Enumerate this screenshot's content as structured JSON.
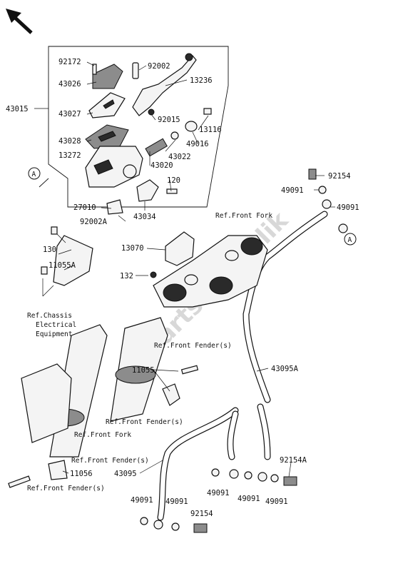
{
  "watermark": "PartsRepublik",
  "labels": {
    "p92172": "92172",
    "p92002": "92002",
    "p13236": "13236",
    "p43026": "43026",
    "p43015": "43015",
    "p43027": "43027",
    "p92015": "92015",
    "p13116": "13116",
    "p49016": "49016",
    "p43028": "43028",
    "p13272": "13272",
    "p43020": "43020",
    "p43022": "43022",
    "p120": "120",
    "p27010": "27010",
    "p92002a": "92002A",
    "p43034": "43034",
    "p92154_top": "92154",
    "p49091_a": "49091",
    "p49091_b": "49091",
    "p130": "130",
    "p11055a": "11055A",
    "p13070": "13070",
    "p132": "132",
    "p43095a": "43095A",
    "p11055": "11055",
    "p11056": "11056",
    "p43095": "43095",
    "p92154a": "92154A",
    "p49091_c": "49091",
    "p49091_d": "49091",
    "p49091_e": "49091",
    "p49091_f": "49091",
    "p49091_g": "49091",
    "p92154_bot": "92154"
  },
  "refs": {
    "front_fork_top": "Ref.Front Fork",
    "chassis_line1": "Ref.Chassis",
    "chassis_line2": "Electrical",
    "chassis_line3": "Equipment",
    "front_fender_1": "Ref.Front Fender(s)",
    "front_fender_2": "Ref.Front Fender(s)",
    "front_fork_bottom": "Ref.Front Fork",
    "front_fender_3": "Ref.Front Fender(s)",
    "front_fender_4": "Ref.Front Fender(s)"
  },
  "callouts": {
    "a1": "A",
    "a2": "A"
  }
}
